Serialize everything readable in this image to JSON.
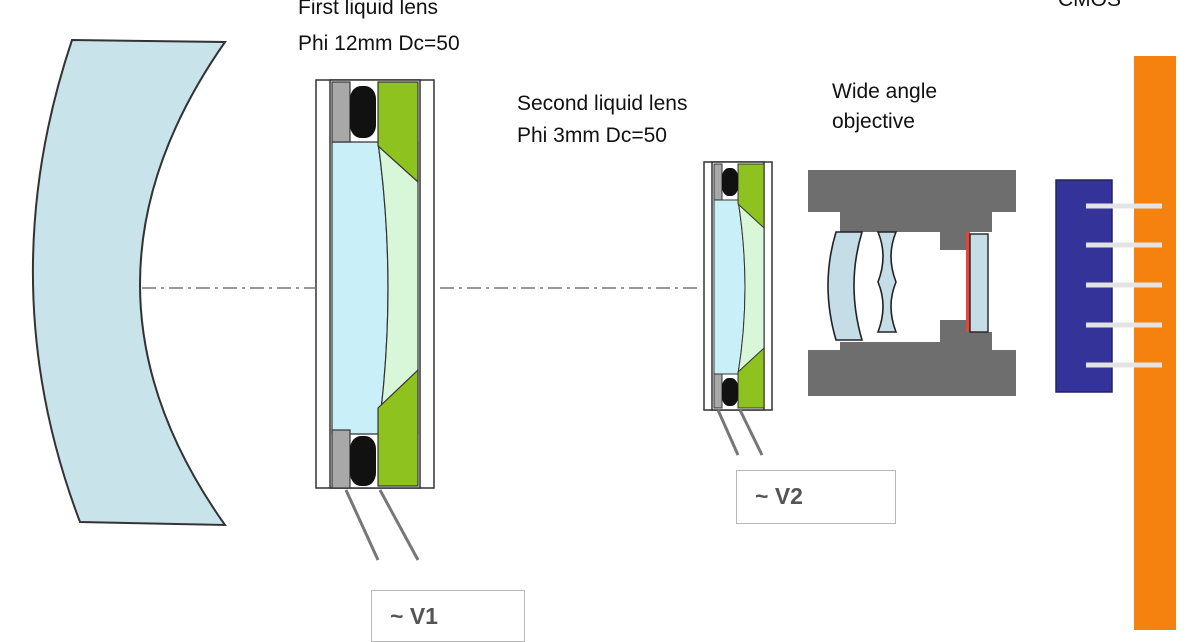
{
  "labels": {
    "first_lens_name": "First liquid lens",
    "first_lens_spec": "Phi 12mm  Dc=50",
    "second_lens_name": "Second  liquid lens",
    "second_lens_spec": "Phi 3mm  Dc=50",
    "objective_line1": "Wide angle",
    "objective_line2": "objective",
    "sensor": "CMOS"
  },
  "voltages": {
    "v1": "~ V1",
    "v2": "~ V2"
  },
  "colors": {
    "outer_lens": "#c8e4ea",
    "liquid": "#c9f0f8",
    "liquid_light": "#d8f6d8",
    "seal_green": "#8ec21f",
    "spacer_gray": "#a8a8a8",
    "gasket_black": "#111111",
    "objective_housing": "#6e6e6e",
    "objective_lens": "#c4dde6",
    "filter_red": "#e8443a",
    "cmos_chip": "#333399",
    "pcb_orange": "#f5820f",
    "axis_gray": "#9a9a9a"
  }
}
